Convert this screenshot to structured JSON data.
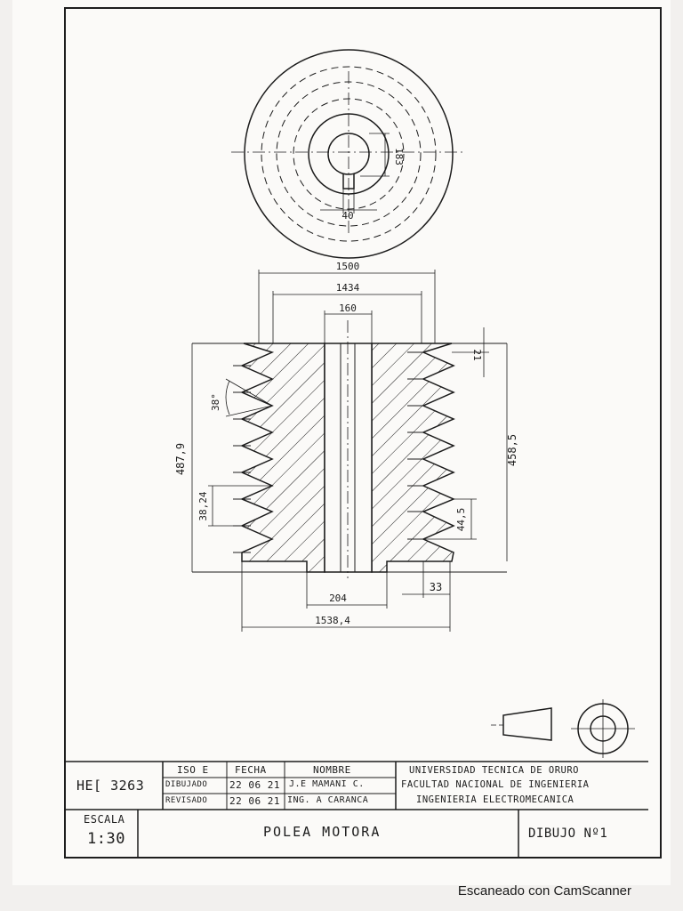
{
  "top_view": {
    "dim_keyway_height": "183",
    "dim_keyway_width": "40"
  },
  "front_view": {
    "dim_total_width": "1500",
    "dim_inner_width": "1434",
    "dim_bore": "160",
    "dim_groove_depth": "21",
    "dim_height_left": "487,9",
    "dim_height_right": "458,5",
    "dim_angle": "38°",
    "dim_pitch_left": "38,24",
    "dim_pitch_right": "44,5",
    "dim_hub": "204",
    "dim_rim": "33",
    "dim_overall": "1538,4"
  },
  "title_block": {
    "code": "HE[ 3263",
    "header": {
      "col1": "ISO E",
      "col2": "FECHA",
      "col3": "NOMBRE"
    },
    "rows": [
      {
        "role": "DIBUJADO",
        "date": "22 06 21",
        "name": "J.E MAMANI C."
      },
      {
        "role": "REVISADO",
        "date": "22 06 21",
        "name": "ING. A CARANCA"
      }
    ],
    "institution": [
      "UNIVERSIDAD TECNICA DE ORURO",
      "FACULTAD NACIONAL DE INGENIERIA",
      "INGENIERIA ELECTROMECANICA"
    ],
    "scale_label": "ESCALA",
    "scale_value": "1:30",
    "title": "POLEA MOTORA",
    "drawing_no": "DIBUJO Nº1"
  },
  "footer": "Escaneado con CamScanner"
}
